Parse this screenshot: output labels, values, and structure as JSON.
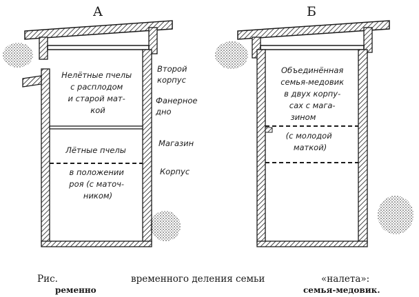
{
  "diagram_a": {
    "heading": "А",
    "inner_text": [
      "Нелётные пчелы",
      "с расплодом",
      "и старой мат-",
      "кой"
    ],
    "lower_text": [
      "Лётные пчелы"
    ],
    "lower_text2": [
      "в положении",
      "роя (с маточ-",
      "ником)"
    ],
    "side_labels": {
      "second_body": [
        "Второй",
        "корпус"
      ],
      "plywood_bottom": [
        "Фанерное",
        "дно"
      ],
      "store": [
        "Магазин"
      ],
      "body": [
        "Корпус"
      ]
    }
  },
  "diagram_b": {
    "heading": "Б",
    "inner_text": [
      "Объединённая",
      "семья-медовик",
      "в двух корпу-",
      "сах с мага-",
      "зином"
    ],
    "lower_text": [
      "(с молодой",
      "маткой)"
    ]
  },
  "caption": {
    "line1_part1": "Рис.",
    "line1_part2": "временного деления семьи",
    "line1_part3": "«налета»:",
    "line2_part1": "ременно",
    "line2_part2": "семья-медовик."
  },
  "colors": {
    "ink": "#1a1a1a",
    "background": "#ffffff"
  }
}
